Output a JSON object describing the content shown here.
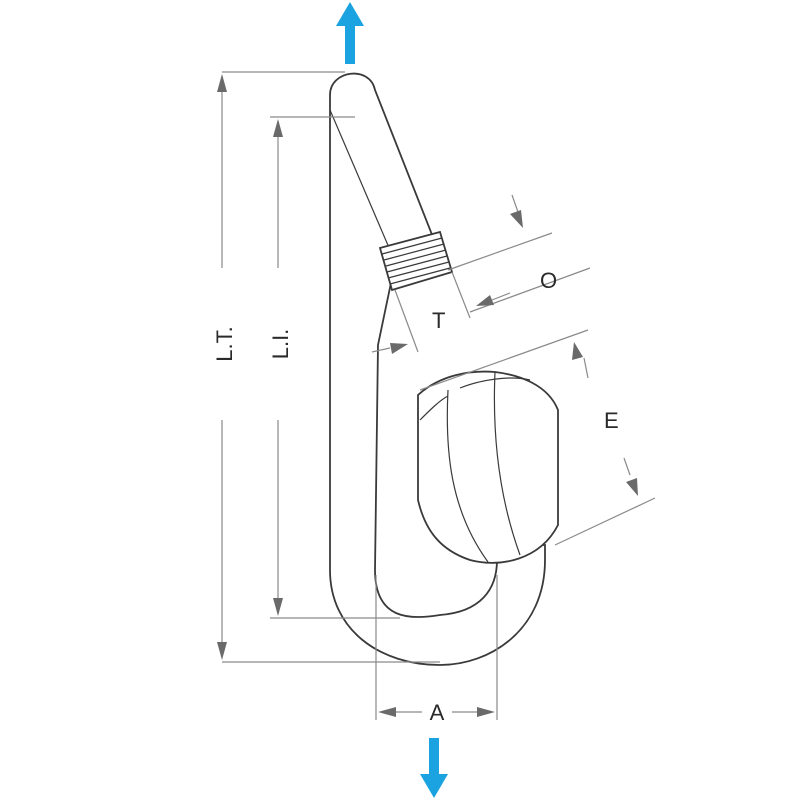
{
  "diagram": {
    "labels": {
      "lt": "L.T.",
      "li": "L.I.",
      "o": "O",
      "t": "T",
      "e": "E",
      "a": "A"
    },
    "colors": {
      "load_arrow": "#1aa3e0",
      "outline": "#3a3a3a",
      "dimension": "#8a8a8a"
    },
    "icons": {
      "top": "arrow-up-icon",
      "bottom": "arrow-down-icon"
    }
  }
}
